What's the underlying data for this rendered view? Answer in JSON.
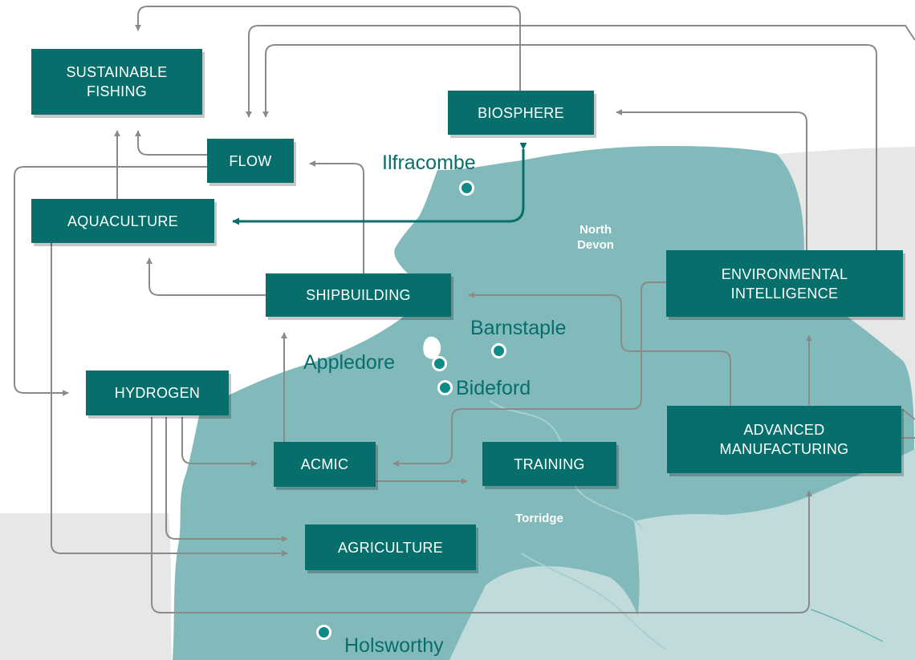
{
  "colors": {
    "node_fill": "#066f6c",
    "county_fill": "#82b9ba",
    "outside_fill": "#e6e7e7",
    "lowland_fill": "#c1dbdc",
    "connector": "#8a8a8a",
    "highlight_connector": "#066f6c",
    "town_text": "#066f6c"
  },
  "nodes": {
    "sustainable_fishing": "SUSTAINABLE\nFISHING",
    "biosphere": "BIOSPHERE",
    "flow": "FLOW",
    "aquaculture": "AQUACULTURE",
    "shipbuilding": "SHIPBUILDING",
    "environmental_intelligence": "ENVIRONMENTAL\nINTELLIGENCE",
    "hydrogen": "HYDROGEN",
    "advanced_manufacturing": "ADVANCED\nMANUFACTURING",
    "acmic": "ACMIC",
    "training": "TRAINING",
    "agriculture": "AGRICULTURE"
  },
  "towns": {
    "ilfracombe": "Ilfracombe",
    "barnstaple": "Barnstaple",
    "appledore": "Appledore",
    "bideford": "Bideford",
    "holsworthy": "Holsworthy"
  },
  "regions": {
    "north_devon": "North\nDevon",
    "torridge": "Torridge"
  },
  "edges": [
    {
      "from": "BIOSPHERE",
      "to": "SUSTAINABLE FISHING"
    },
    {
      "from": "ENVIRONMENTAL INTELLIGENCE",
      "to": "FLOW"
    },
    {
      "from": "ADVANCED MANUFACTURING",
      "to": "FLOW"
    },
    {
      "from": "ENVIRONMENTAL INTELLIGENCE",
      "to": "BIOSPHERE"
    },
    {
      "from": "FLOW",
      "to": "SUSTAINABLE FISHING"
    },
    {
      "from": "AQUACULTURE",
      "to": "SUSTAINABLE FISHING"
    },
    {
      "from": "FLOW",
      "to": "HYDROGEN"
    },
    {
      "from": "SHIPBUILDING",
      "to": "FLOW"
    },
    {
      "from": "SHIPBUILDING",
      "to": "AQUACULTURE"
    },
    {
      "from": "AQUACULTURE",
      "to": "BIOSPHERE",
      "bidirectional": true,
      "highlight": true
    },
    {
      "from": "AQUACULTURE",
      "to": "AGRICULTURE"
    },
    {
      "from": "ADVANCED MANUFACTURING",
      "to": "SHIPBUILDING"
    },
    {
      "from": "ADVANCED MANUFACTURING",
      "to": "ENVIRONMENTAL INTELLIGENCE"
    },
    {
      "from": "ENVIRONMENTAL INTELLIGENCE",
      "to": "ACMIC"
    },
    {
      "from": "ACMIC",
      "to": "SHIPBUILDING"
    },
    {
      "from": "ACMIC",
      "to": "TRAINING"
    },
    {
      "from": "HYDROGEN",
      "to": "ACMIC"
    },
    {
      "from": "HYDROGEN",
      "to": "AGRICULTURE"
    },
    {
      "from": "HYDROGEN",
      "to": "ADVANCED MANUFACTURING"
    }
  ]
}
